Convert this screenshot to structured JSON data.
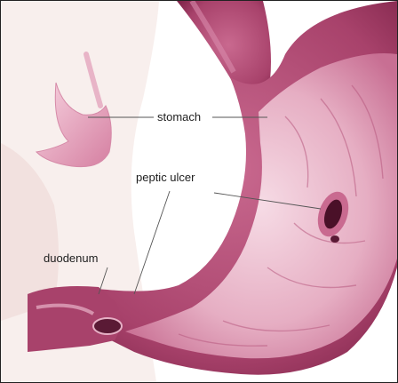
{
  "labels": {
    "stomach": "stomach",
    "peptic_ulcer": "peptic ulcer",
    "duodenum": "duodenum"
  },
  "colors": {
    "tissue_dark": "#8e2f55",
    "tissue_mid": "#b8557c",
    "tissue_light": "#e3a4bd",
    "lining": "#f2cfdc",
    "skin": "#f4e6e3",
    "ulcer": "#4a1028",
    "leader": "#555555"
  }
}
